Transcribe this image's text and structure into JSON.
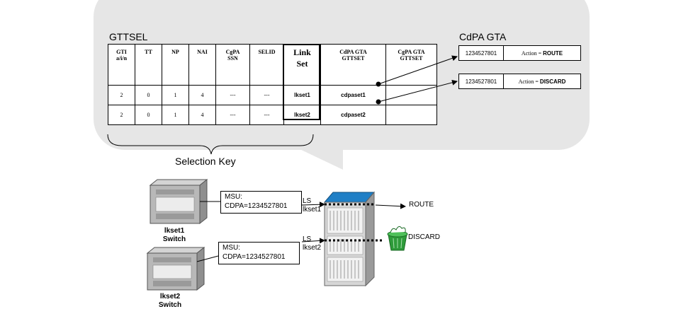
{
  "gttsel": {
    "title": "GTTSEL",
    "headers": [
      {
        "line1": "GTI",
        "line2": "a/i/n"
      },
      {
        "line1": "TT",
        "line2": ""
      },
      {
        "line1": "NP",
        "line2": ""
      },
      {
        "line1": "NAI",
        "line2": ""
      },
      {
        "line1": "CgPA",
        "line2": "SSN"
      },
      {
        "line1": "SELID",
        "line2": ""
      },
      {
        "line1": "Link",
        "line2": "Set"
      },
      {
        "line1": "CdPA GTA",
        "line2": "GTTSET"
      },
      {
        "line1": "CgPA GTA",
        "line2": "GTTSET"
      }
    ],
    "rows": [
      [
        "2",
        "0",
        "1",
        "4",
        "---",
        "---",
        "lkset1",
        "cdpaset1",
        ""
      ],
      [
        "2",
        "0",
        "1",
        "4",
        "---",
        "---",
        "lkset2",
        "cdpaset2",
        ""
      ]
    ]
  },
  "cdpa_gta": {
    "title": "CdPA GTA",
    "entries": [
      {
        "address": "1234527801",
        "action_label": "Action =",
        "action_value": "ROUTE"
      },
      {
        "address": "1234527801",
        "action_label": "Action =",
        "action_value": "DISCARD"
      }
    ]
  },
  "selection_key": "Selection Key",
  "network": {
    "switches": [
      {
        "name": "lkset1",
        "label": "Switch"
      },
      {
        "name": "lkset2",
        "label": "Switch"
      }
    ],
    "msu_boxes": [
      {
        "line1": "MSU:",
        "line2": "CDPA=1234527801"
      },
      {
        "line1": "MSU:",
        "line2": "CDPA=1234527801"
      }
    ],
    "links": [
      {
        "line1": "LS",
        "line2": "lkset1"
      },
      {
        "line1": "LS",
        "line2": "lkset2"
      }
    ],
    "outcomes": {
      "route": "ROUTE",
      "discard": "DISCARD"
    }
  },
  "colors": {
    "bubble": "#e6e6e6",
    "rack_top": "#1f7fc6",
    "trash": "#2e9b3a",
    "switch": "#b8b8b8"
  }
}
